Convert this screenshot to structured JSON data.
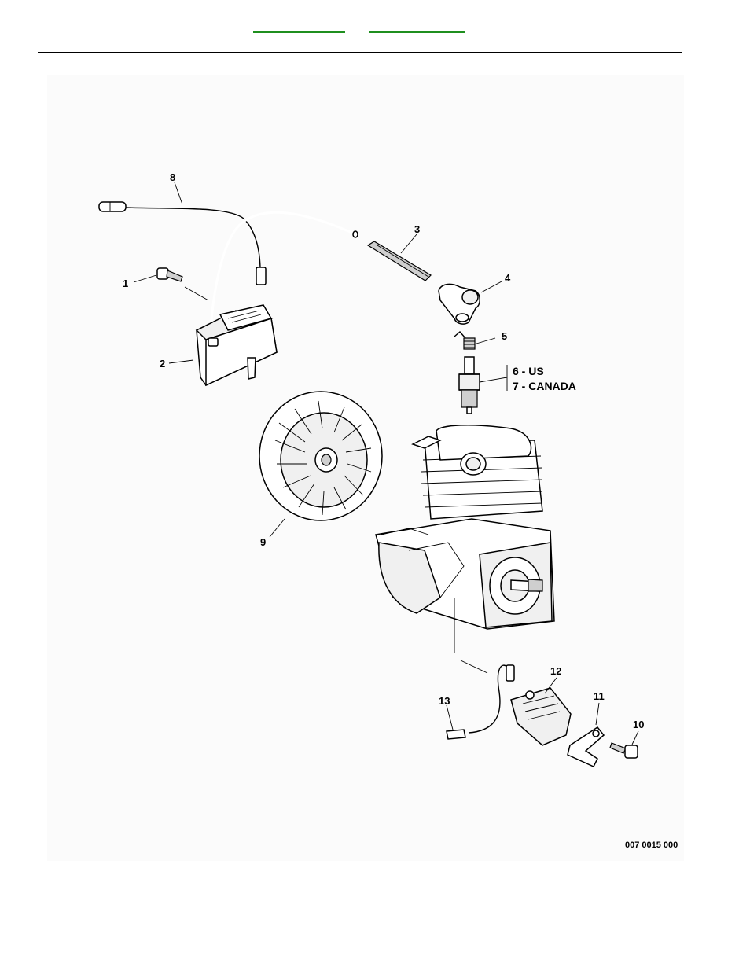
{
  "header": {
    "links": [
      {
        "label": ""
      },
      {
        "label": ""
      }
    ]
  },
  "diagram": {
    "callouts": [
      {
        "id": "8",
        "text": "8"
      },
      {
        "id": "3",
        "text": "3"
      },
      {
        "id": "1",
        "text": "1"
      },
      {
        "id": "4",
        "text": "4"
      },
      {
        "id": "5",
        "text": "5"
      },
      {
        "id": "2",
        "text": "2"
      },
      {
        "id": "6",
        "text": "6 - US"
      },
      {
        "id": "7",
        "text": "7 - CANADA"
      },
      {
        "id": "9",
        "text": "9"
      },
      {
        "id": "12",
        "text": "12"
      },
      {
        "id": "11",
        "text": "11"
      },
      {
        "id": "13",
        "text": "13"
      },
      {
        "id": "10",
        "text": "10"
      }
    ],
    "reference_number": "007 0015 000"
  }
}
